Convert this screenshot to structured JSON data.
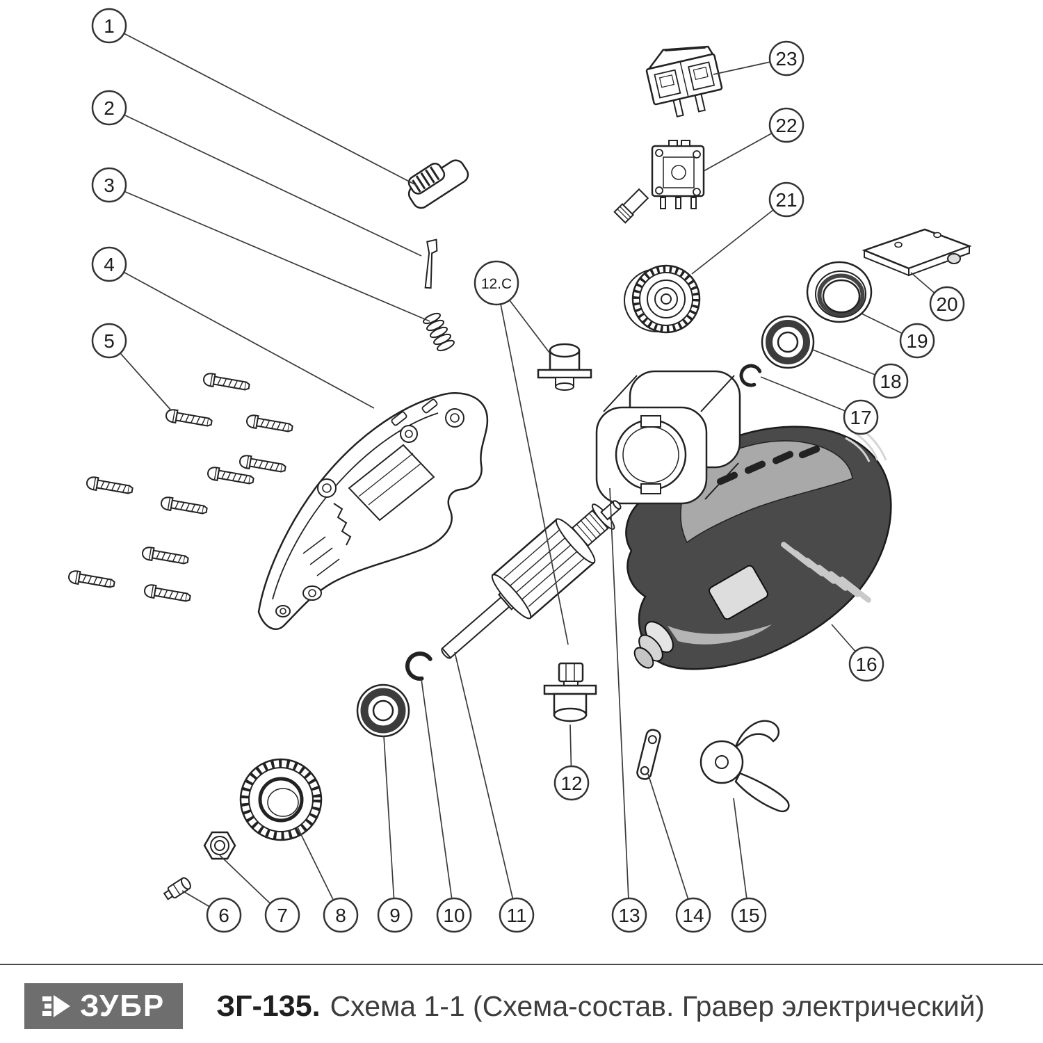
{
  "footer": {
    "brand": "ЗУБР",
    "model": "ЗГ-135.",
    "title": "Схема 1-1 (Схема-состав. Гравер электрический)"
  },
  "callouts": {
    "c1": "1",
    "c2": "2",
    "c3": "3",
    "c4": "4",
    "c5": "5",
    "c6": "6",
    "c7": "7",
    "c8": "8",
    "c9": "9",
    "c10": "10",
    "c11": "11",
    "c12": "12",
    "c12c": "12.C",
    "c13": "13",
    "c14": "14",
    "c15": "15",
    "c16": "16",
    "c17": "17",
    "c18": "18",
    "c19": "19",
    "c20": "20",
    "c21": "21",
    "c22": "22",
    "c23": "23"
  }
}
